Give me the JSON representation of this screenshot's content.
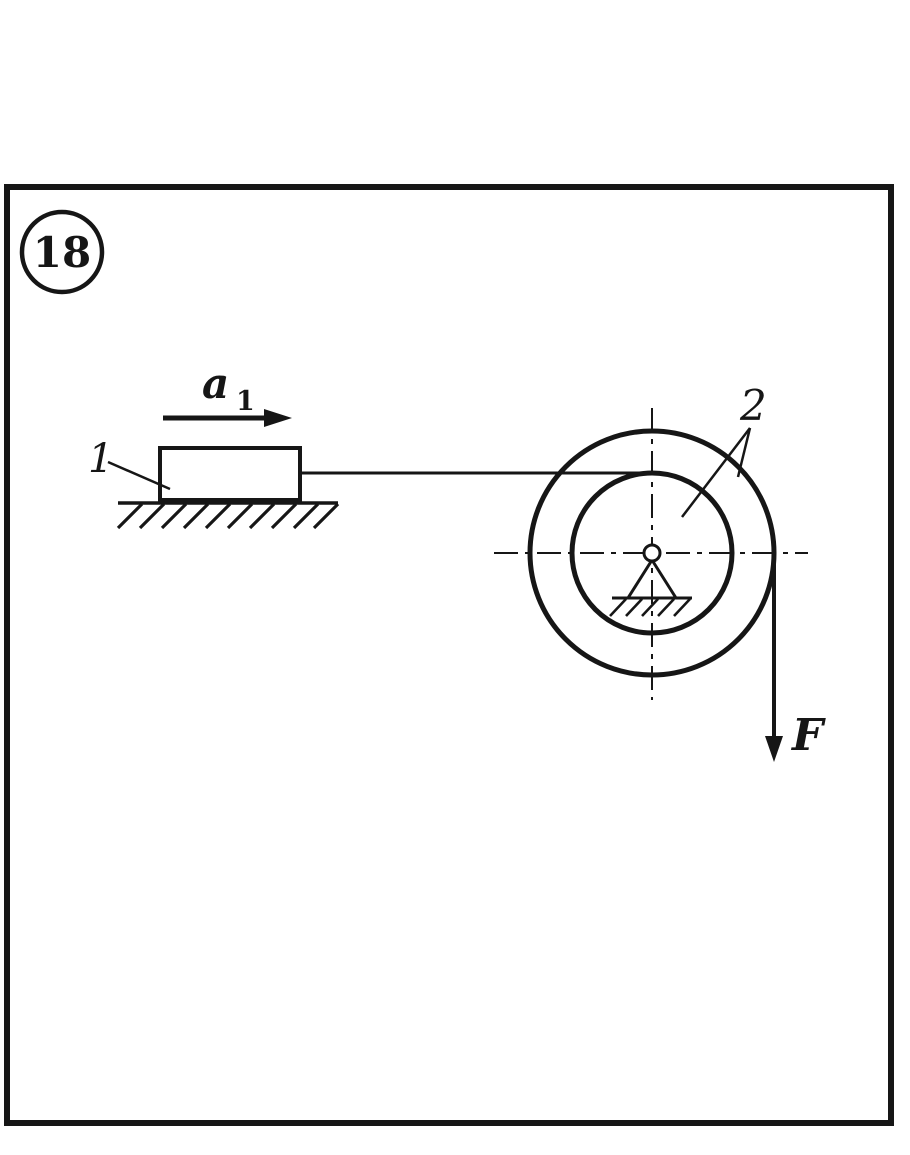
{
  "figure": {
    "number": "18",
    "labels": {
      "block": "1",
      "acceleration_base": "a",
      "acceleration_sub": "1",
      "pulley": "2",
      "force": "F"
    },
    "description": "Block 1 on a rough horizontal surface accelerates with a1 to the right, pulled by a cord wound on the inner drum of a fixed two-radius pulley 2; a force F pulls down on a cord from the outer drum."
  },
  "colors": {
    "ink": "#161616",
    "paper": "#ffffff"
  }
}
